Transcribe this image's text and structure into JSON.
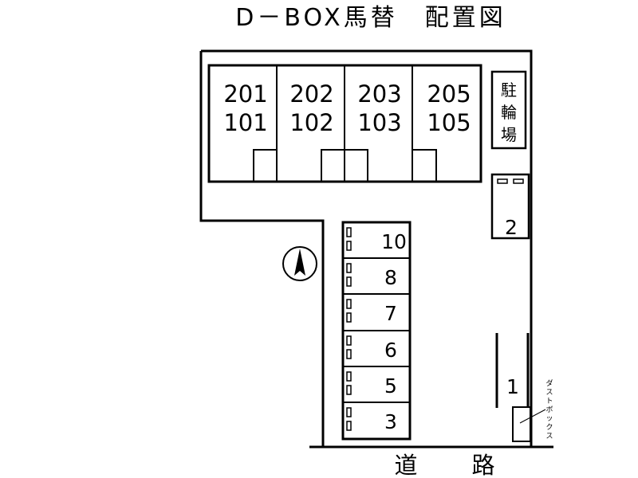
{
  "title": "D－BOX馬替　配置図",
  "units": [
    {
      "upper": "201",
      "lower": "101"
    },
    {
      "upper": "202",
      "lower": "102"
    },
    {
      "upper": "203",
      "lower": "103"
    },
    {
      "upper": "205",
      "lower": "105"
    }
  ],
  "bicycle_parking": [
    "駐",
    "輪",
    "場"
  ],
  "parking_spaces": [
    "10",
    "8",
    "7",
    "6",
    "5",
    "3"
  ],
  "parking_right_top": "2",
  "parking_right_bottom": "1",
  "dust_box_label": [
    "ダ",
    "ス",
    "ト",
    "ボ",
    "ッ",
    "ク",
    "ス"
  ],
  "road": [
    "道",
    "路"
  ]
}
